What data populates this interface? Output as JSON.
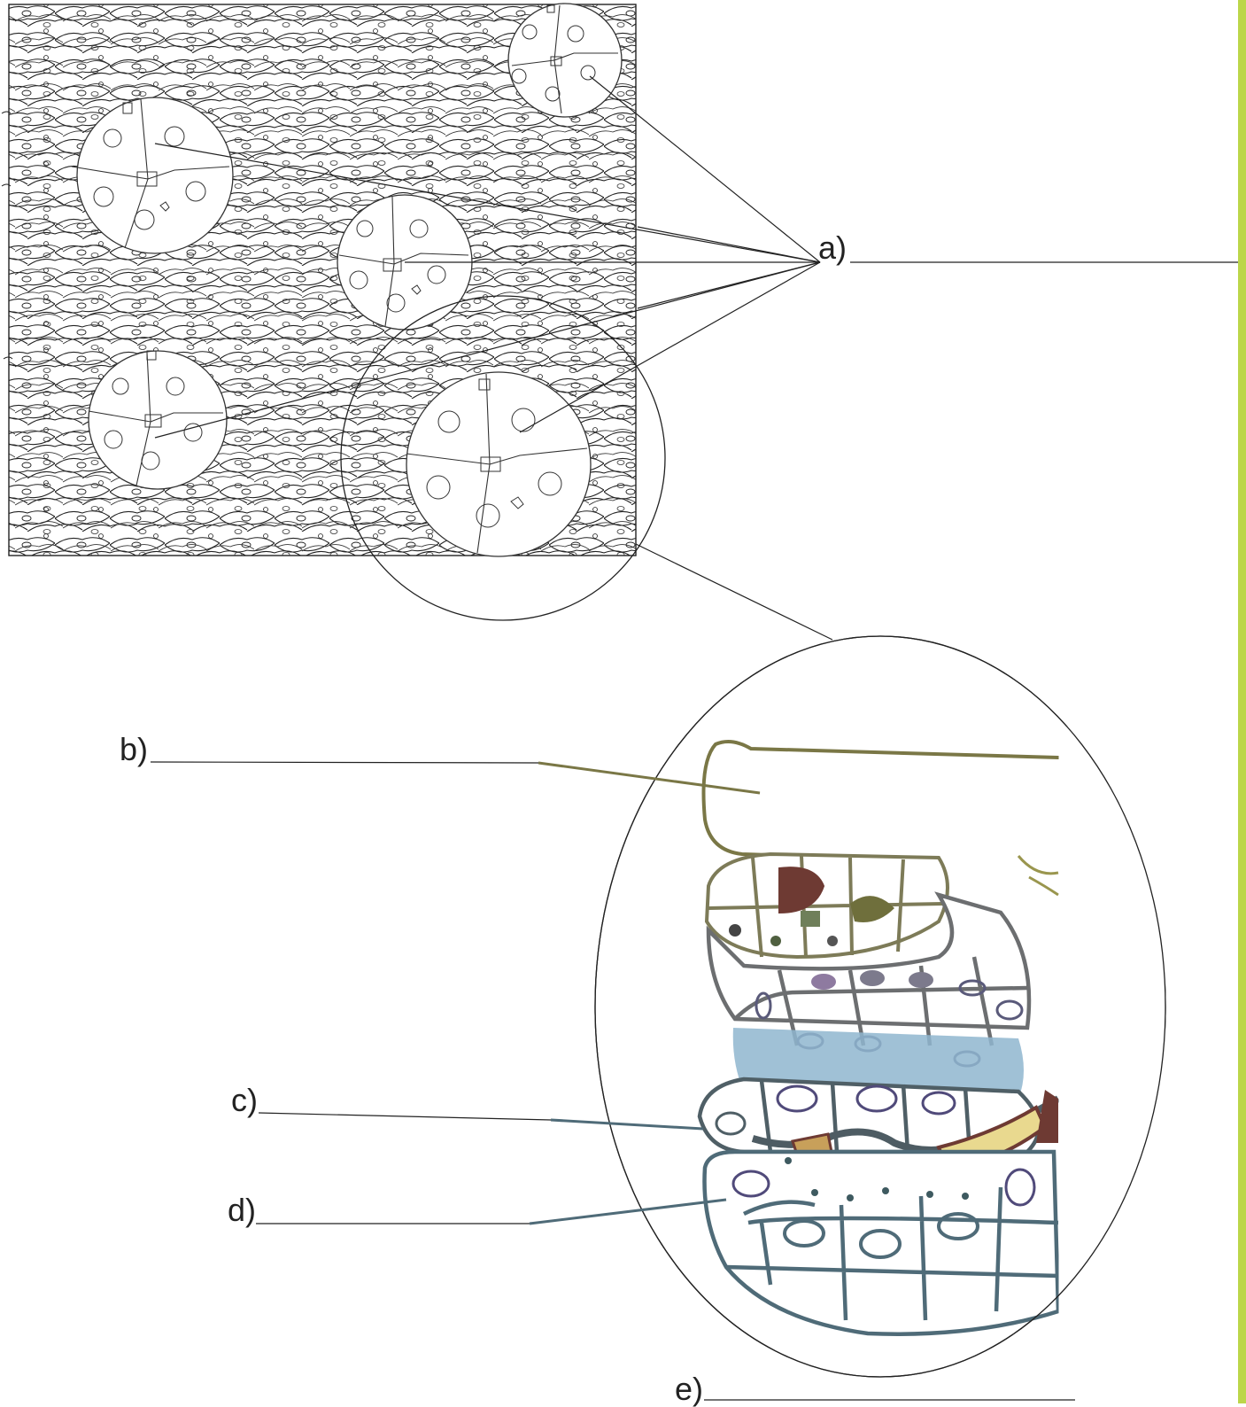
{
  "labels": {
    "a": "a)",
    "b": "b)",
    "c": "c)",
    "d": "d)",
    "e": "e)"
  },
  "colors": {
    "accent_bar": "#bcd64a",
    "outline": "#111111",
    "olive": "#7a7746",
    "gray_cell": "#6c6e70",
    "teal": "#4f6b78",
    "blue_fill": "#8fb6cf",
    "brown": "#6e3a33",
    "tan": "#e9d98f",
    "purple": "#8e7aa0"
  },
  "icons": {
    "tissue": "stratified-cell-pattern",
    "nest": "cell-nest-circle",
    "zoom": "magnified-section-ellipse"
  }
}
